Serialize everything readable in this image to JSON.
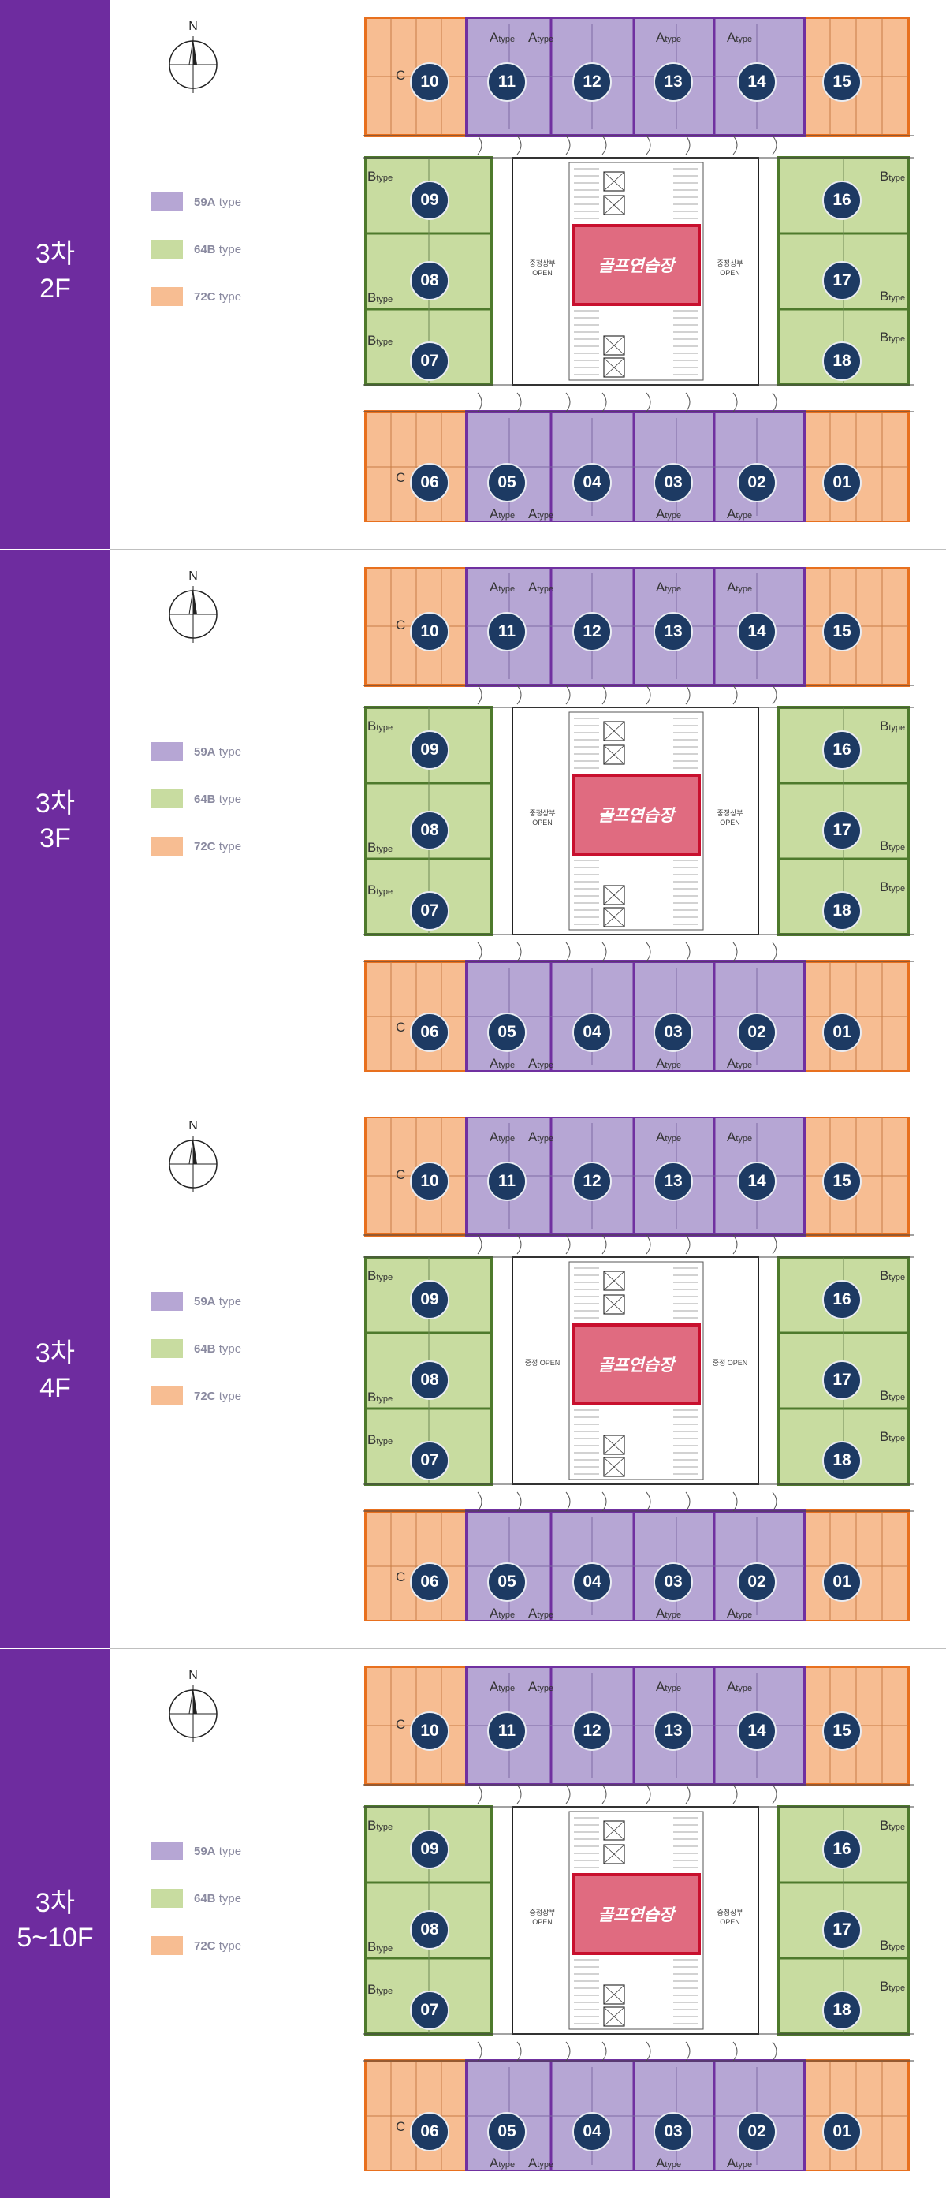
{
  "colors": {
    "sidebar": "#6e2c9f",
    "type_a": "#b6a6d4",
    "type_a_border": "#7030a0",
    "type_b": "#c8dca0",
    "type_b_border": "#4e7a2c",
    "type_c": "#f7bd92",
    "type_c_border": "#e8701e",
    "badge": "#1d3a63",
    "golf": "#e06b80"
  },
  "compass_label": "N",
  "legend": [
    {
      "code": "59A",
      "word": "type",
      "color": "#b6a6d4"
    },
    {
      "code": "64B",
      "word": "type",
      "color": "#c8dca0"
    },
    {
      "code": "72C",
      "word": "type",
      "color": "#f7bd92"
    }
  ],
  "unit_type_words": {
    "a": "type",
    "b": "type"
  },
  "open_labels": {
    "left": "중정상부\nOPEN",
    "right": "중정상부\nOPEN",
    "left_4f": "중정 OPEN",
    "right_4f": "중정 OPEN"
  },
  "floors": [
    {
      "label_line1": "3차",
      "label_line2": "2F",
      "golf_label": "골프연습장",
      "units": [
        "10",
        "11",
        "12",
        "13",
        "14",
        "15",
        "09",
        "16",
        "08",
        "17",
        "07",
        "18",
        "06",
        "05",
        "04",
        "03",
        "02",
        "01"
      ]
    },
    {
      "label_line1": "3차",
      "label_line2": "3F",
      "golf_label": "골프연습장",
      "units": [
        "10",
        "11",
        "12",
        "13",
        "14",
        "15",
        "09",
        "16",
        "08",
        "17",
        "07",
        "18",
        "06",
        "05",
        "04",
        "03",
        "02",
        "01"
      ]
    },
    {
      "label_line1": "3차",
      "label_line2": "4F",
      "golf_label": "골프연습장",
      "units": [
        "10",
        "11",
        "12",
        "13",
        "14",
        "15",
        "09",
        "16",
        "08",
        "17",
        "07",
        "18",
        "06",
        "05",
        "04",
        "03",
        "02",
        "01"
      ]
    },
    {
      "label_line1": "3차",
      "label_line2": "5~10F",
      "golf_label": "골프연습장",
      "units": [
        "10",
        "11",
        "12",
        "13",
        "14",
        "15",
        "09",
        "16",
        "08",
        "17",
        "07",
        "18",
        "06",
        "05",
        "04",
        "03",
        "02",
        "01"
      ]
    }
  ]
}
